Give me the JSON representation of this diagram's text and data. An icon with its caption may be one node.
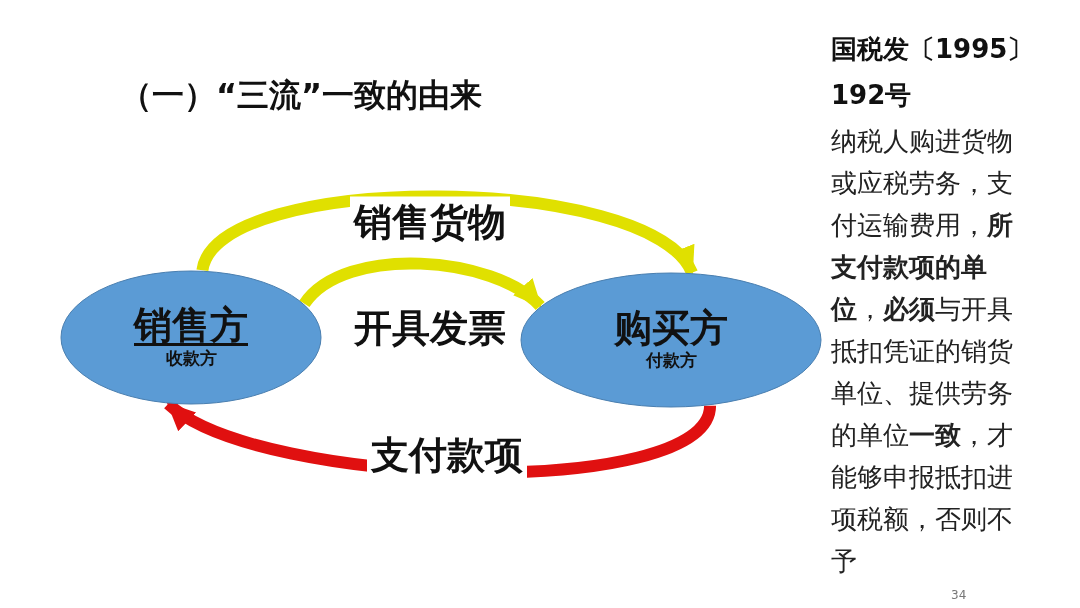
{
  "diagram": {
    "title": "（一）“三流”一致的由来",
    "nodes": [
      {
        "text": [
          "销售方",
          "收款方"
        ]
      },
      {
        "text": [
          "购买方",
          "付款方"
        ]
      }
    ],
    "edges": [
      {
        "from": 0,
        "to": 1,
        "arrow": "to",
        "label": "销售货物"
      },
      {
        "from": 0,
        "to": 1,
        "arrow": "to",
        "label": "开具发票"
      },
      {
        "from": 1,
        "to": 0,
        "arrow": "to",
        "label": "支付款项",
        "color": "#e01010"
      }
    ],
    "labels": [
      "国税发〔1995〕192号",
      "纳税人购进货物或应税劳务，支付运输费用，**所支付款项的单位**，**必须**与开具抵扣凭证的销货单位、提供劳务的单位**一致**，才能够申报抵扣进项税额，否则不予",
      "34"
    ]
  }
}
